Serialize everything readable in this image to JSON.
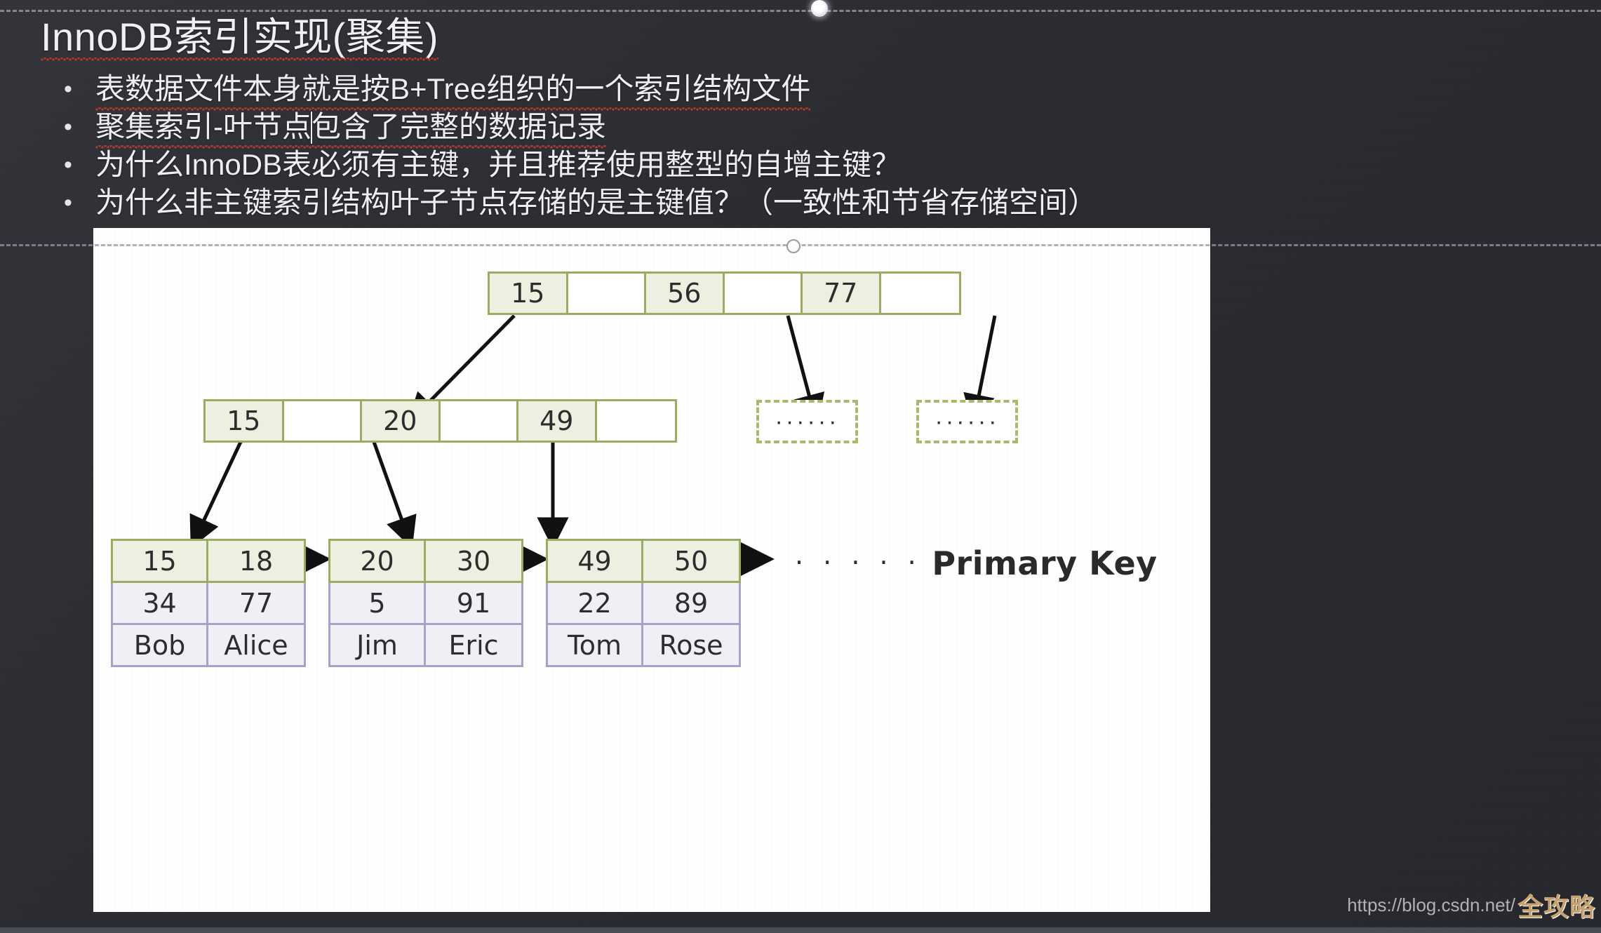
{
  "slide": {
    "title": "InnoDB索引实现(聚集)",
    "bullet_marker": "•",
    "bullets": [
      "表数据文件本身就是按B+Tree组织的一个索引结构文件",
      "聚集索引-叶节点包含了完整的数据记录",
      "为什么InnoDB表必须有主键，并且推荐使用整型的自增主键？",
      "为什么非主键索引结构叶子节点存储的是主键值？（一致性和节省存储空间）"
    ],
    "bullet2_prefix": "聚集索引-叶节点",
    "bullet2_suffix": "包含了完整的数据记录"
  },
  "diagram": {
    "caption": "Primary Key",
    "root": {
      "cells": [
        "15",
        "",
        "56",
        "",
        "77",
        ""
      ]
    },
    "internal": {
      "cells": [
        "15",
        "",
        "20",
        "",
        "49",
        ""
      ]
    },
    "placeholders": [
      "······",
      "······"
    ],
    "leaves": [
      {
        "keys": [
          "15",
          "18"
        ],
        "values": [
          "34",
          "77"
        ],
        "names": [
          "Bob",
          "Alice"
        ]
      },
      {
        "keys": [
          "20",
          "30"
        ],
        "values": [
          "5",
          "91"
        ],
        "names": [
          "Jim",
          "Eric"
        ]
      },
      {
        "keys": [
          "49",
          "50"
        ],
        "values": [
          "22",
          "89"
        ],
        "names": [
          "Tom",
          "Rose"
        ]
      }
    ],
    "tail_ellipsis": "· · · · · ·"
  },
  "watermark": {
    "url": "https://blog.csdn.net/",
    "logo": "全攻略"
  },
  "colors": {
    "slide_bg": "#2b2d33",
    "text": "#f0f0f3",
    "spell_underline": "#c0392b",
    "key_fill": "#edf0e0",
    "key_border": "#9aac63",
    "data_fill": "#f1eff6",
    "data_border": "#a9a2c6",
    "panel_bg": "#ffffff"
  }
}
